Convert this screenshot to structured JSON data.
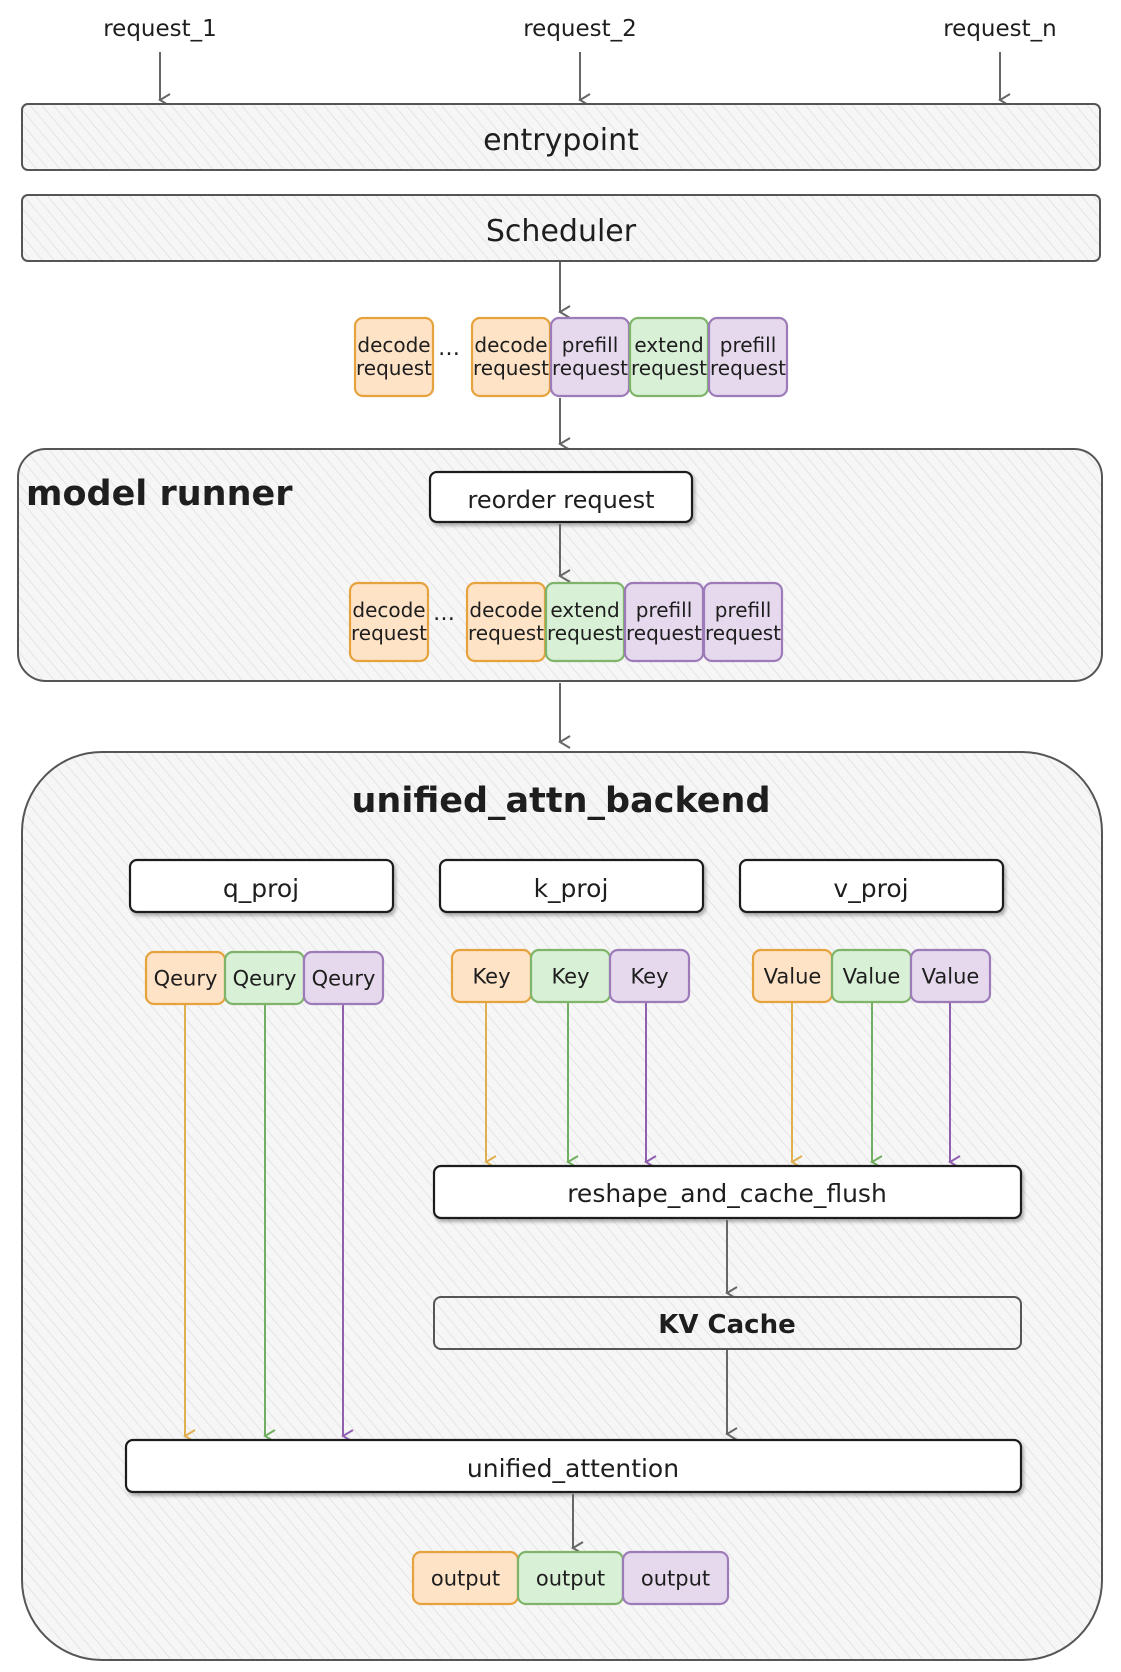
{
  "requests": [
    "request_1",
    "request_2",
    "request_n"
  ],
  "entrypoint": "entrypoint",
  "scheduler": "Scheduler",
  "sched_batch": [
    {
      "line1": "decode",
      "line2": "request",
      "color": "orange"
    },
    {
      "line1": "decode",
      "line2": "request",
      "color": "orange"
    },
    {
      "line1": "prefill",
      "line2": "request",
      "color": "purple"
    },
    {
      "line1": "extend",
      "line2": "request",
      "color": "green"
    },
    {
      "line1": "prefill",
      "line2": "request",
      "color": "purple"
    }
  ],
  "ellipsis": "…",
  "model_runner": {
    "title": "model runner",
    "reorder": "reorder request",
    "batch": [
      {
        "line1": "decode",
        "line2": "request",
        "color": "orange"
      },
      {
        "line1": "decode",
        "line2": "request",
        "color": "orange"
      },
      {
        "line1": "extend",
        "line2": "request",
        "color": "green"
      },
      {
        "line1": "prefill",
        "line2": "request",
        "color": "purple"
      },
      {
        "line1": "prefill",
        "line2": "request",
        "color": "purple"
      }
    ]
  },
  "backend": {
    "title": "unified_attn_backend",
    "q_proj": "q_proj",
    "k_proj": "k_proj",
    "v_proj": "v_proj",
    "query": [
      "Qeury",
      "Qeury",
      "Qeury"
    ],
    "key": [
      "Key",
      "Key",
      "Key"
    ],
    "value": [
      "Value",
      "Value",
      "Value"
    ],
    "reshape": "reshape_and_cache_flush",
    "kv_cache": "KV Cache",
    "unified_attention": "unified_attention",
    "outputs": [
      "output",
      "output",
      "output"
    ]
  },
  "colors": {
    "orange_fill": "#ffe3c6",
    "orange_stroke": "#e6a23c",
    "green_fill": "#d8f0d6",
    "green_stroke": "#7fb46a",
    "purple_fill": "#e6d9ee",
    "purple_stroke": "#9d7bb8",
    "orange_line": "#e0b050",
    "green_line": "#70b060",
    "purple_line": "#9060b0"
  }
}
